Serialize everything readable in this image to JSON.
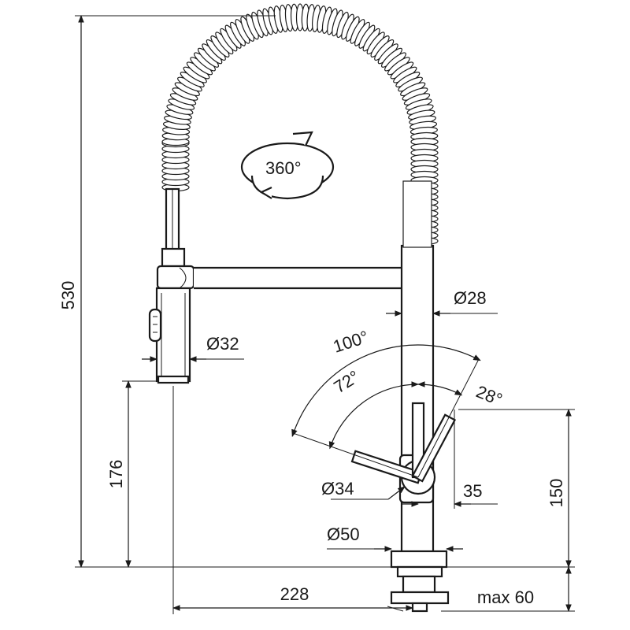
{
  "rotation": {
    "label": "360°"
  },
  "dimensions": {
    "overall_height": "530",
    "spout_height": "176",
    "lever_height": "150",
    "reach": "228",
    "max_thickness": "max 60",
    "diameter_body": "Ø28",
    "diameter_spray": "Ø32",
    "diameter_lever": "Ø34",
    "diameter_base": "Ø50",
    "lever_offset": "35"
  },
  "angles": {
    "total": "100°",
    "front": "72°",
    "back": "28°"
  },
  "colors": {
    "ink": "#1a1a1a",
    "background": "#ffffff"
  }
}
